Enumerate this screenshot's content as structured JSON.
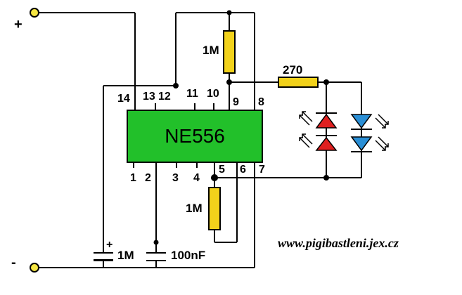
{
  "ic": {
    "name": "NE556",
    "body_color": "#22c02a",
    "pins_top": [
      "14",
      "13",
      "12",
      "11",
      "10",
      "9",
      "8"
    ],
    "pins_bottom": [
      "1",
      "2",
      "3",
      "4",
      "5",
      "6",
      "7"
    ]
  },
  "supply": {
    "plus": "+",
    "minus": "-"
  },
  "components": {
    "r_top": "1M",
    "r_bottom": "1M",
    "r_led": "270",
    "c_electrolytic": "1M",
    "c_electrolytic_polarity": "+",
    "c_ceramic": "100nF",
    "resistor_color": "#f2d21b",
    "led_red_color": "#e02020",
    "led_blue_color": "#2a8fd6"
  },
  "watermark": "www.pigibastleni.jex.cz"
}
